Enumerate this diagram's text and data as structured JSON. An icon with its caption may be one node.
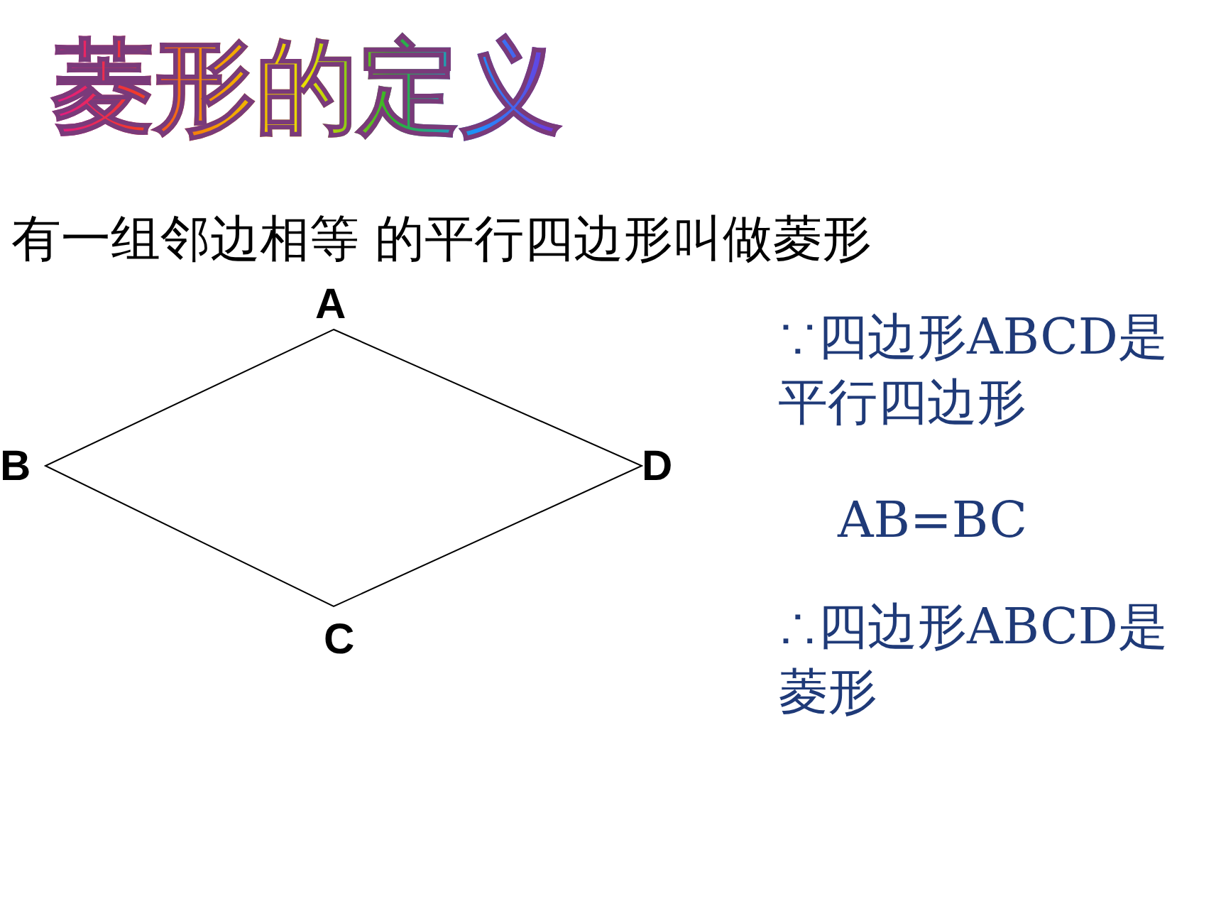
{
  "diagram": {
    "title": "菱形的定义",
    "labels": [
      "有一组邻边相等 的平行四边形叫做菱形",
      "A",
      "∵四边形ABCD是平行四边形",
      "B",
      "D",
      "AB=BC",
      "C",
      "∴四边形ABCD是菱形"
    ]
  }
}
